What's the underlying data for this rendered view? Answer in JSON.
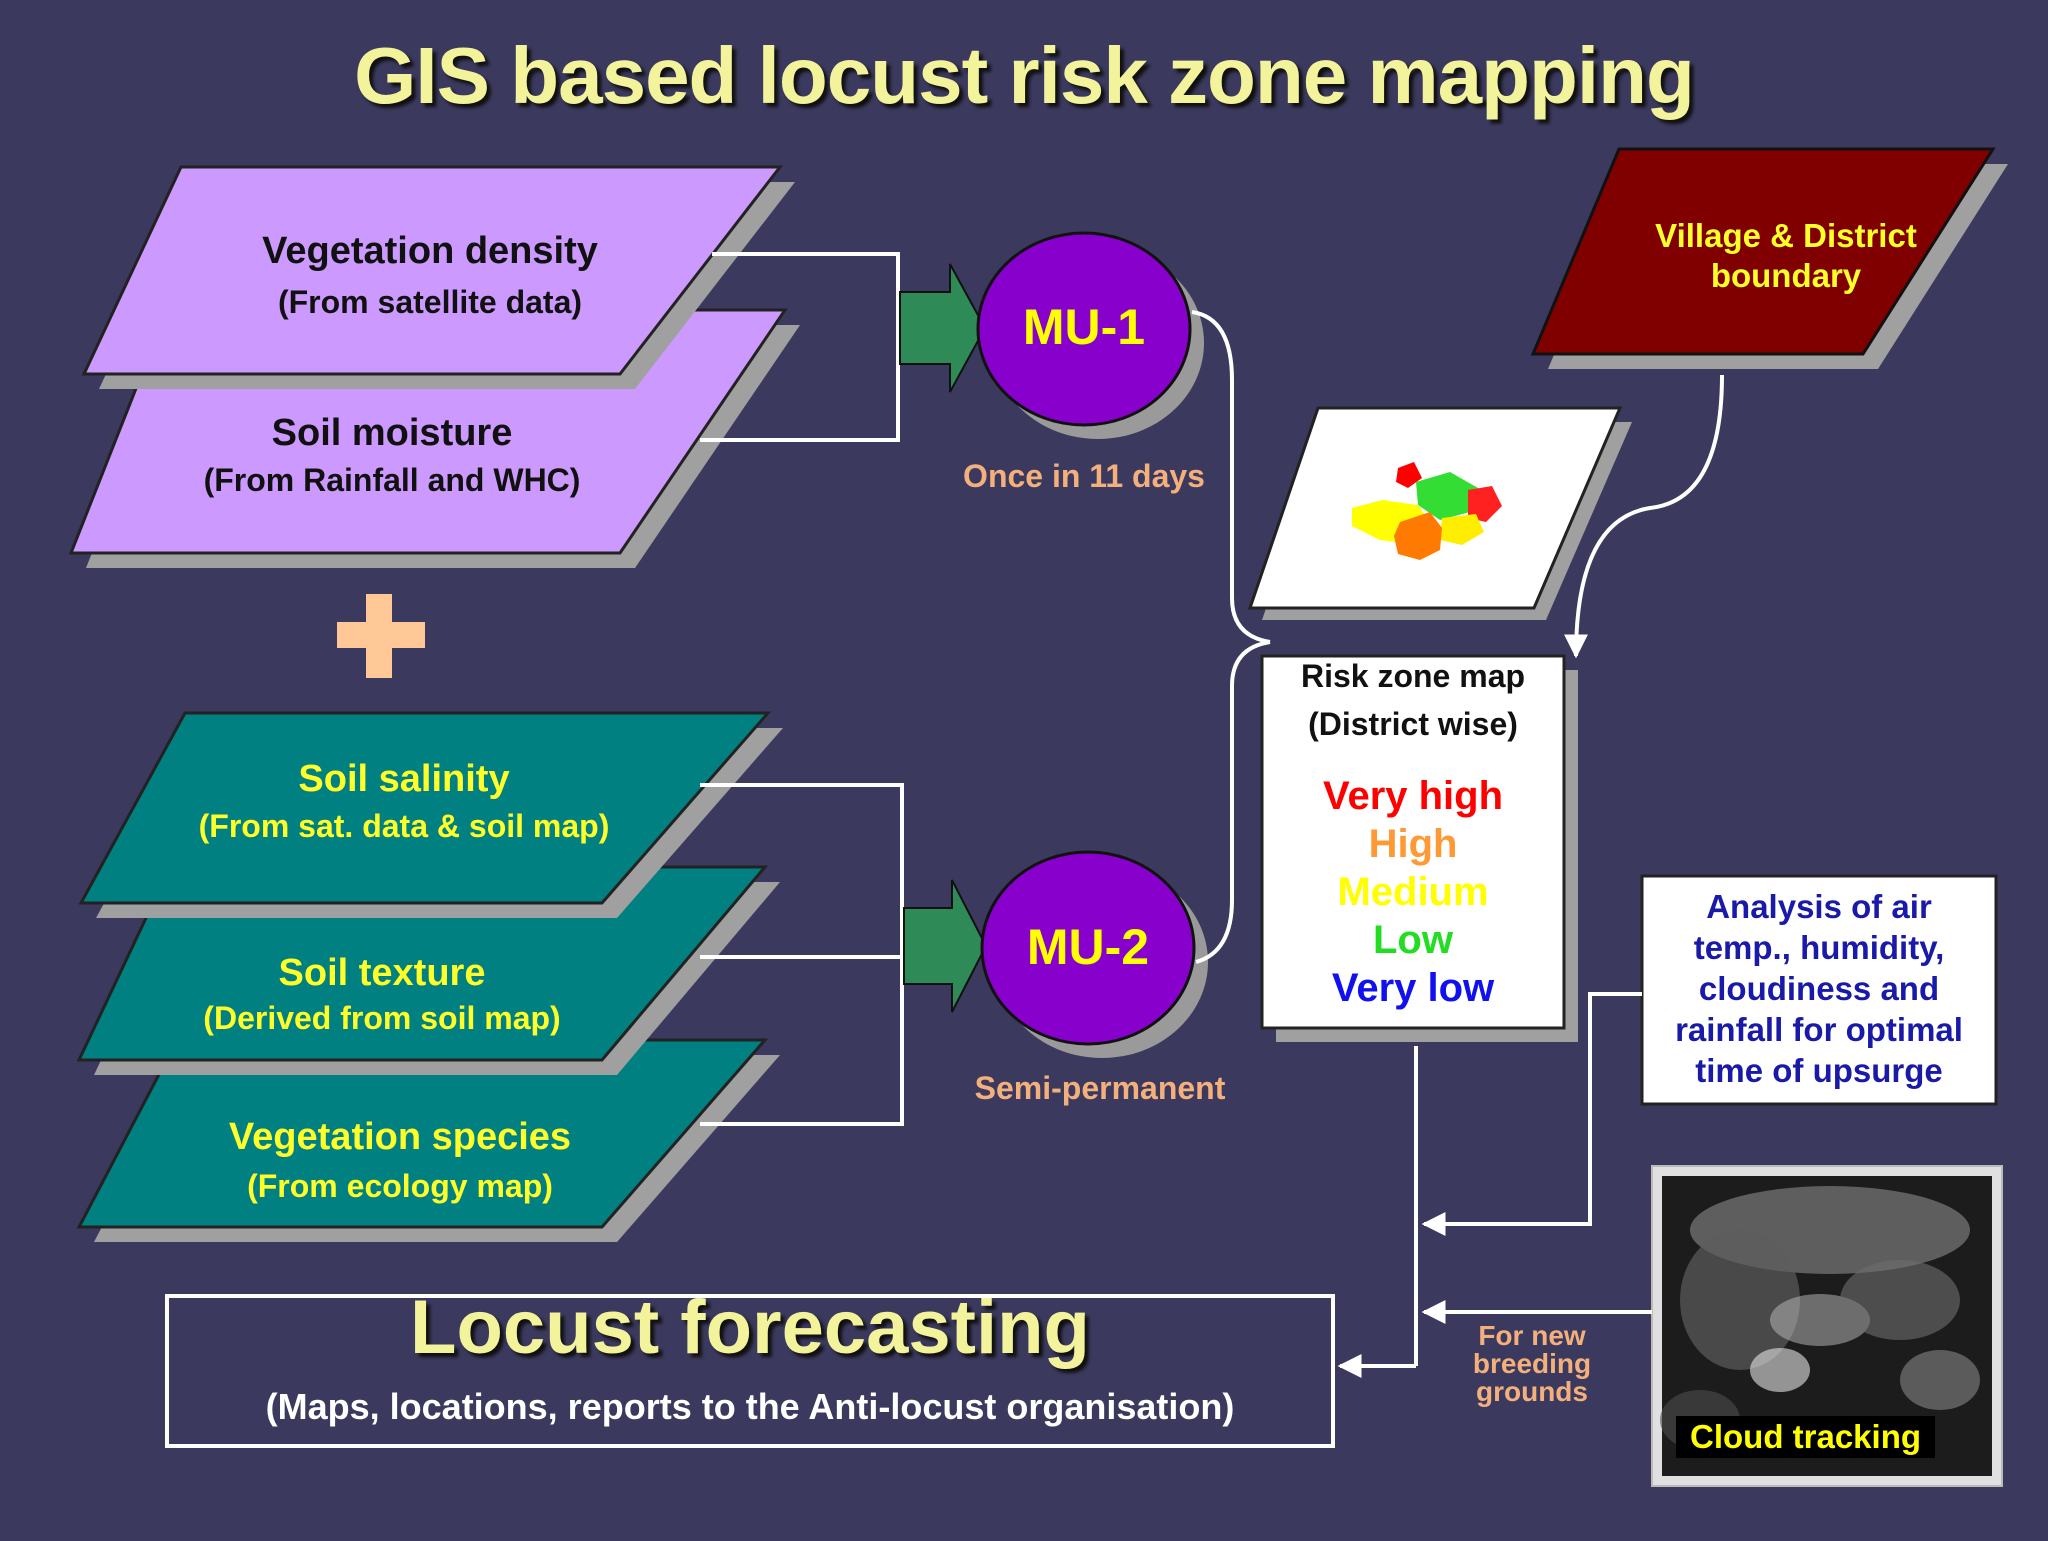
{
  "title": "GIS based locust risk zone mapping",
  "layers_top": [
    {
      "label": "Vegetation density",
      "source": "(From satellite data)"
    },
    {
      "label": "Soil moisture",
      "source": "(From Rainfall and WHC)"
    }
  ],
  "layers_bottom": [
    {
      "label": "Soil salinity",
      "source": "(From sat. data & soil map)"
    },
    {
      "label": "Soil texture",
      "source": "(Derived from soil map)"
    },
    {
      "label": "Vegetation  species",
      "source": "(From ecology map)"
    }
  ],
  "plus_symbol": "+",
  "mu1": {
    "label": "MU-1",
    "note": "Once in 11 days"
  },
  "mu2": {
    "label": "MU-2",
    "note": "Semi-permanent"
  },
  "village_boundary": {
    "line1": "Village & District",
    "line2": "boundary"
  },
  "risk_zone": {
    "title": "Risk zone map",
    "subtitle": "(District wise)",
    "levels": [
      {
        "label": "Very high",
        "color": "#ff0000"
      },
      {
        "label": "High",
        "color": "#ff9933"
      },
      {
        "label": "Medium",
        "color": "#ffff00"
      },
      {
        "label": "Low",
        "color": "#22dd22"
      },
      {
        "label": "Very low",
        "color": "#1111ee"
      }
    ]
  },
  "analysis": {
    "lines": [
      "Analysis of air",
      "temp., humidity,",
      "cloudiness and",
      "rainfall for optimal",
      "time of upsurge"
    ]
  },
  "cloud_tracking": "Cloud tracking",
  "breeding_note": {
    "lines": [
      "For new",
      "breeding",
      "grounds"
    ]
  },
  "forecasting": {
    "title": "Locust forecasting",
    "subtitle": "(Maps, locations, reports to the Anti-locust organisation)"
  },
  "colors": {
    "background": "#3b3a5e",
    "purple_layer": "#cc99ff",
    "teal_layer": "#008080",
    "mu_circle": "#8800cc",
    "arrow_green": "#2e8b57",
    "village_fill": "#800000",
    "title_yellow": "#f3f39c"
  }
}
